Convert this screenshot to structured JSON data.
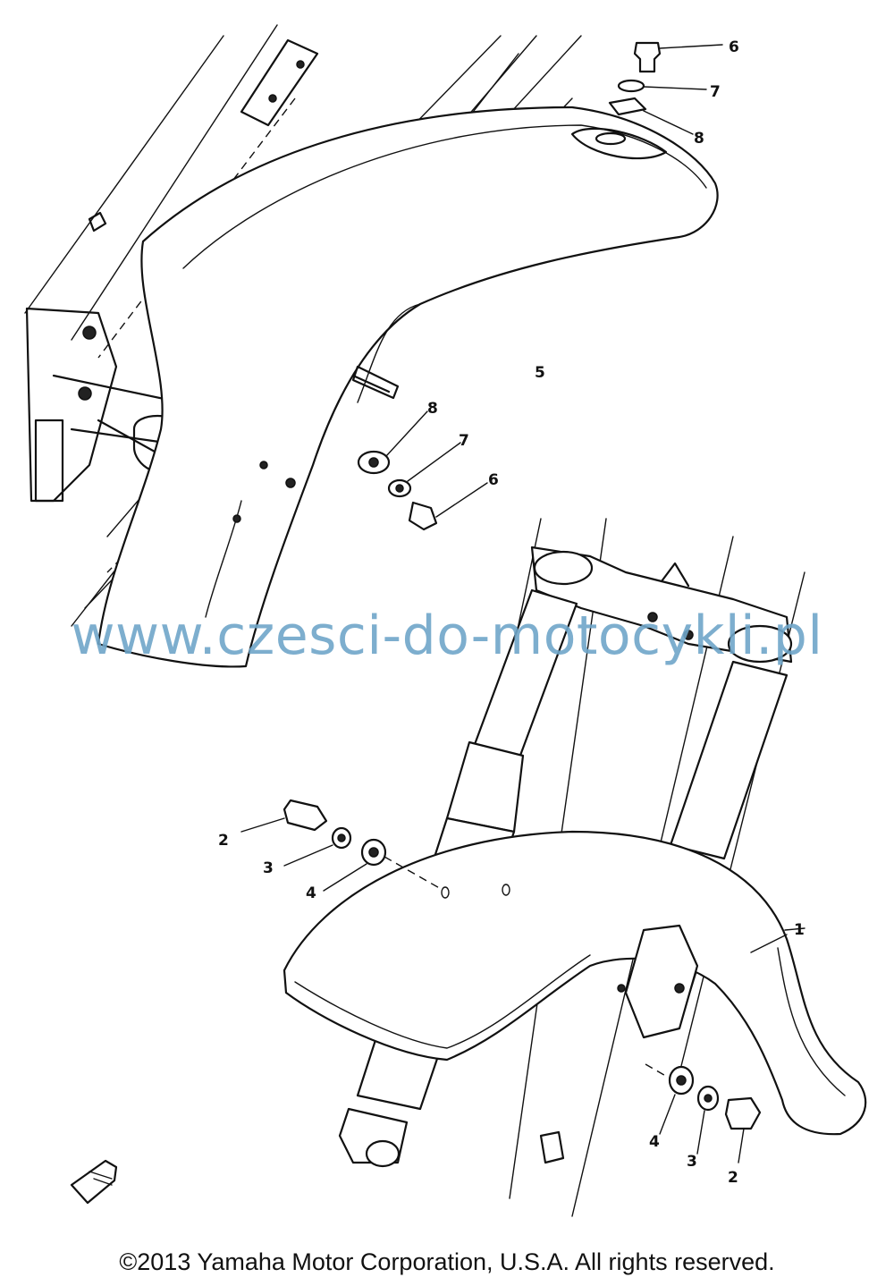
{
  "diagram": {
    "callouts": [
      "6",
      "7",
      "8",
      "5",
      "8",
      "7",
      "6",
      "2",
      "3",
      "4",
      "1",
      "4",
      "3",
      "2"
    ]
  },
  "watermark": "www.czesci-do-motocykli.pl",
  "copyright": "©2013 Yamaha Motor Corporation, U.S.A. All rights reserved."
}
